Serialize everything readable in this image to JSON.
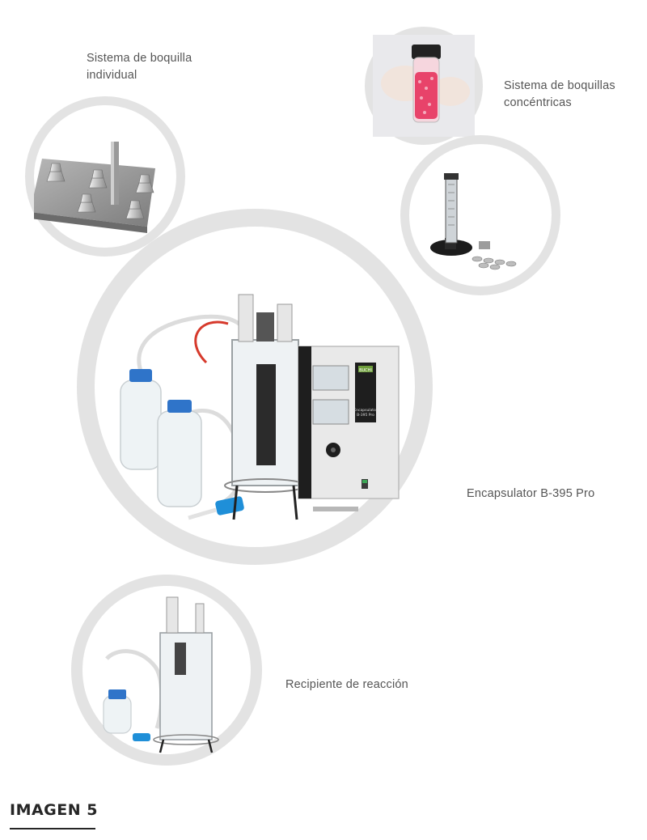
{
  "labels": {
    "single_nozzle": [
      "Sistema de boquilla",
      "individual"
    ],
    "concentric_nozzle": [
      "Sistema de boquillas",
      "concéntricas"
    ],
    "encapsulator": "Encapsulator B-395 Pro",
    "reaction_vessel": "Recipiente de reacción"
  },
  "figure_caption": "IMAGEN 5",
  "device_panel": {
    "brand": "BUCHI",
    "model": [
      "Encapsulator",
      "B-395 Pro"
    ]
  },
  "colors": {
    "ring": "#e3e3e3",
    "label_text": "#555555",
    "caption_text": "#262626",
    "caption_rule": "#262626",
    "cap_blue": "#2f74c9",
    "tube_red": "#d63a2c",
    "pump_blue": "#1f8fd8",
    "brand_green": "#6f9e3c",
    "vial_pink": "#e8436a"
  }
}
